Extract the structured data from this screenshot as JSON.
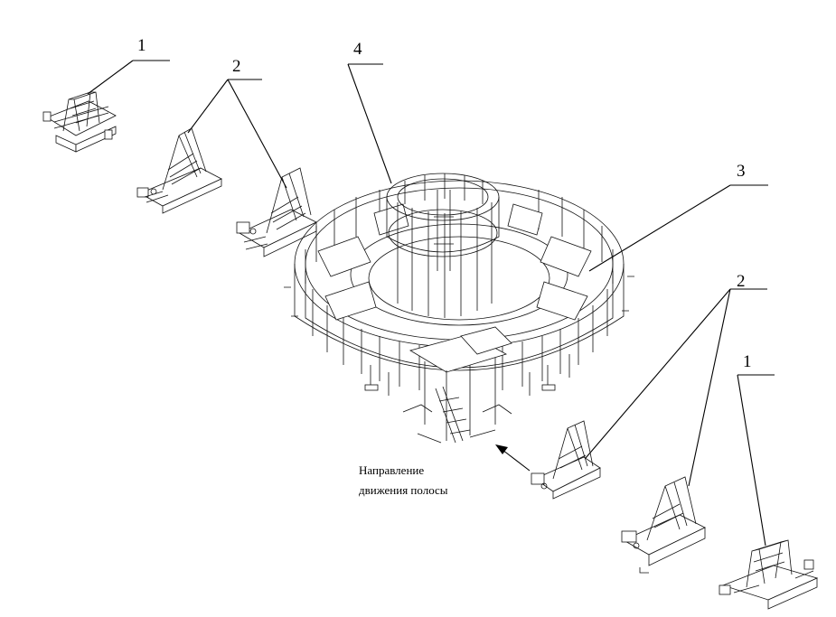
{
  "labels": {
    "top_left_1": "1",
    "top_left_2": "2",
    "top_center_4": "4",
    "right_3": "3",
    "bottom_right_2": "2",
    "bottom_right_1": "1"
  },
  "caption": {
    "line1": "Направление",
    "line2": "движения полосы"
  }
}
